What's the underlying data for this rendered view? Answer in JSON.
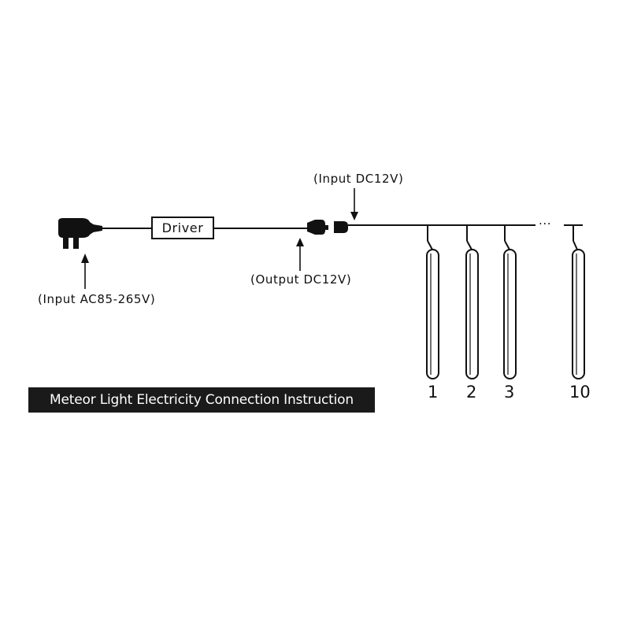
{
  "driver_label": "Driver",
  "input_ac_label": "(Input AC85-265V)",
  "output_dc_label": "(Output DC12V)",
  "input_dc_label": "(Input DC12V)",
  "ellipsis": "...",
  "tube_numbers": [
    "1",
    "2",
    "3",
    "10"
  ],
  "banner_title": "Meteor Light Electricity Connection Instruction",
  "colors": {
    "ink": "#111111",
    "banner_bg": "#1a1a1a",
    "banner_text": "#ffffff"
  }
}
